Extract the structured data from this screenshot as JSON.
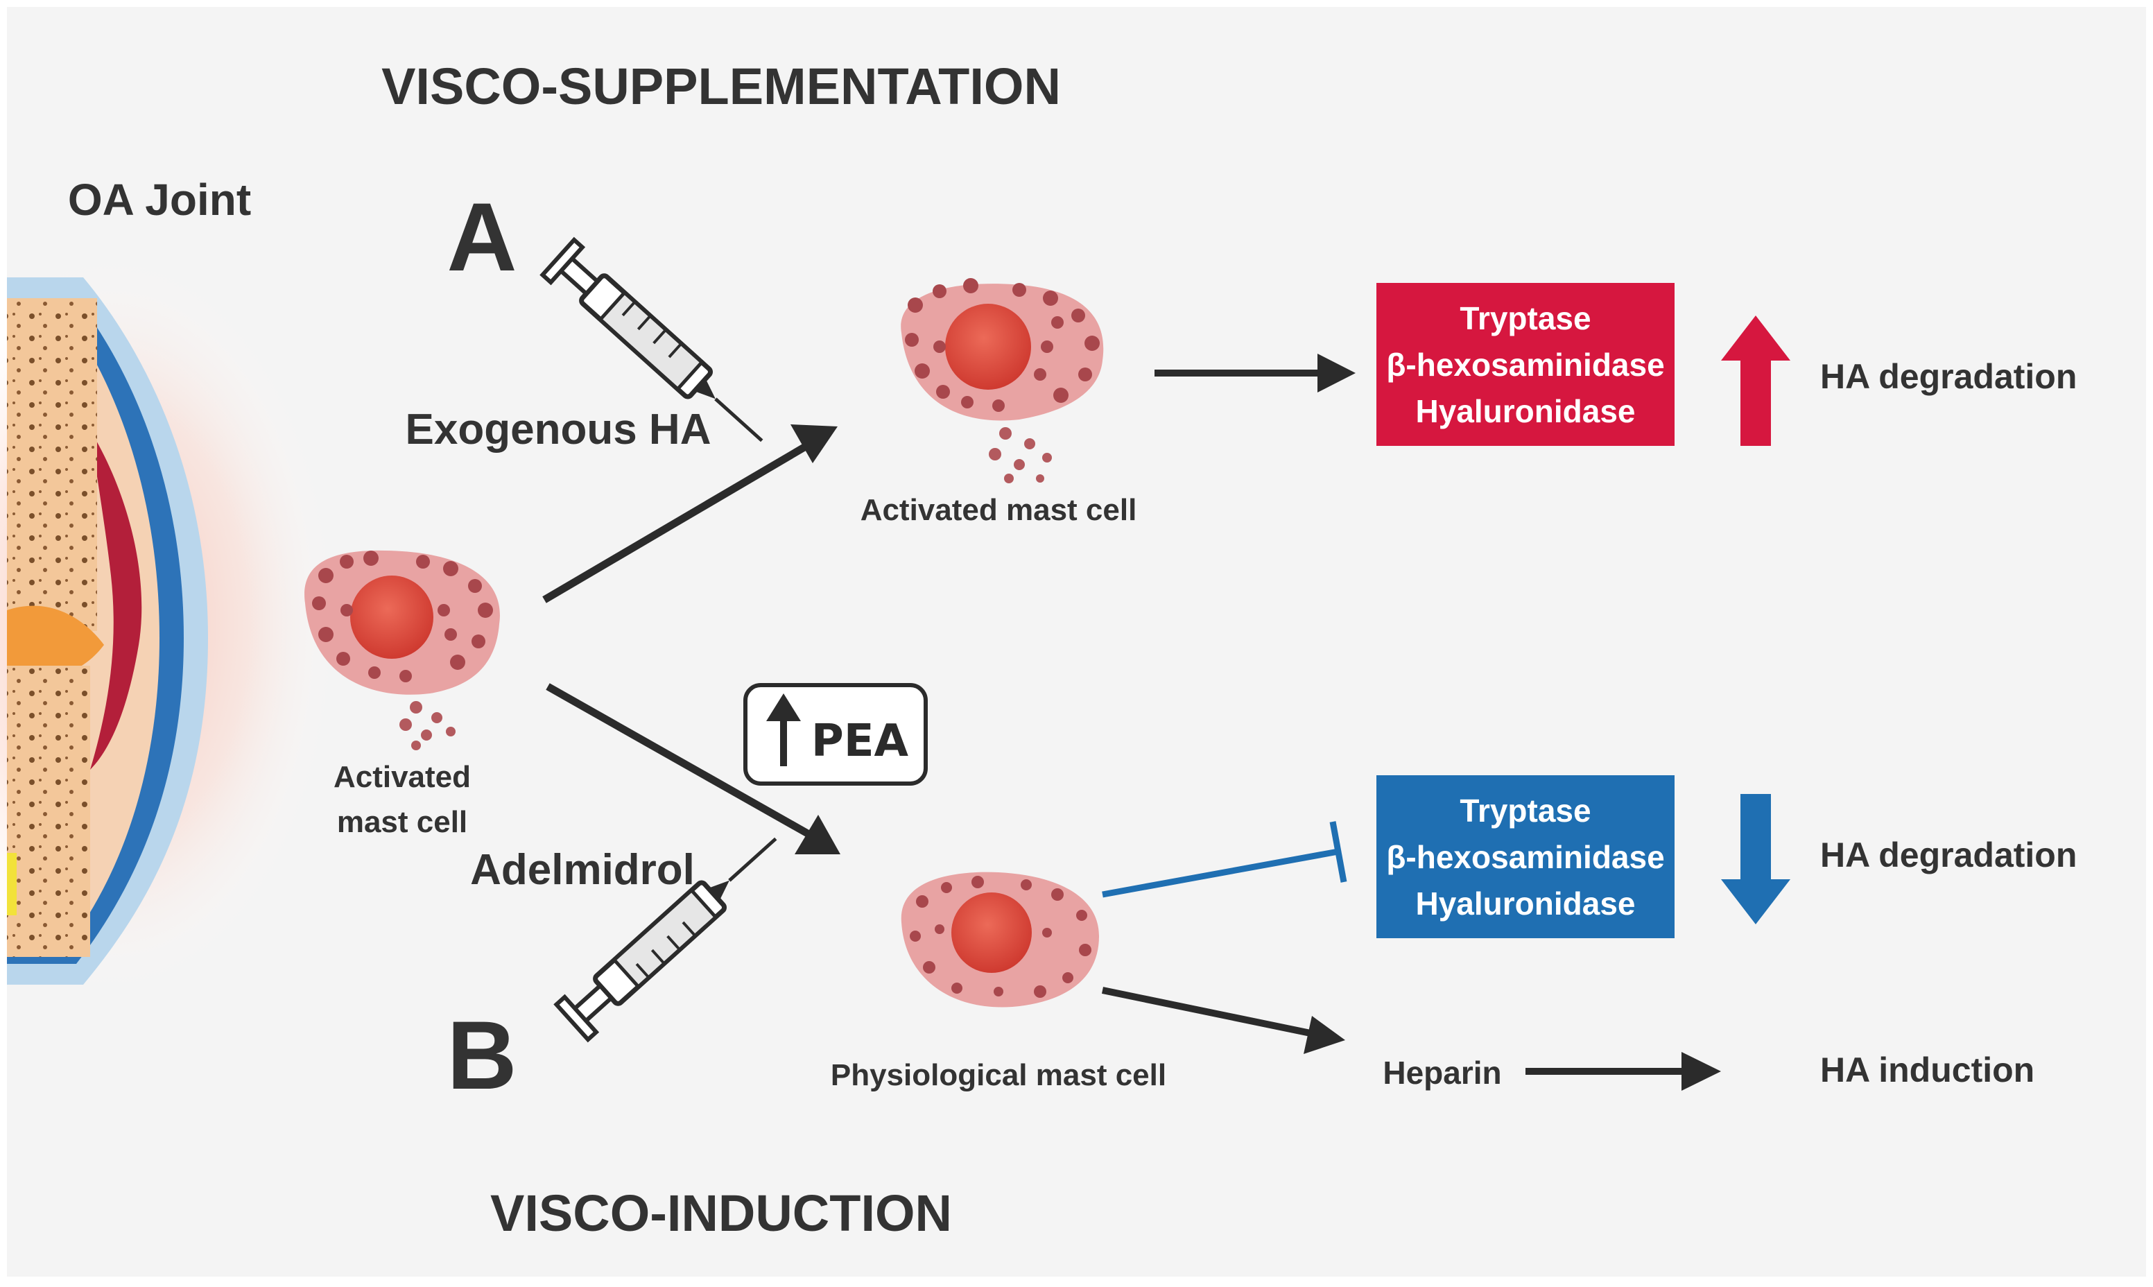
{
  "title_top": "VISCO-SUPPLEMENTATION",
  "title_bottom": "VISCO-INDUCTION",
  "joint_label": "OA Joint",
  "panel_a": "A",
  "panel_b": "B",
  "exogenous_label": "Exogenous HA",
  "adelmidrol_label": "Adelmidrol",
  "pea_label": "PEA",
  "cells": {
    "left_line1": "Activated",
    "left_line2": "mast cell",
    "top": "Activated mast cell",
    "bottom": "Physiological mast cell"
  },
  "box_a": {
    "lines": [
      "Tryptase",
      "β-hexosaminidase",
      "Hyaluronidase"
    ],
    "color": "#d6173f"
  },
  "box_b": {
    "lines": [
      "Tryptase",
      "β-hexosaminidase",
      "Hyaluronidase"
    ],
    "color": "#1f6fb2"
  },
  "outcome_a": "HA degradation",
  "outcome_b": "HA degradation",
  "heparin_label": "Heparin",
  "induction_label": "HA induction"
}
